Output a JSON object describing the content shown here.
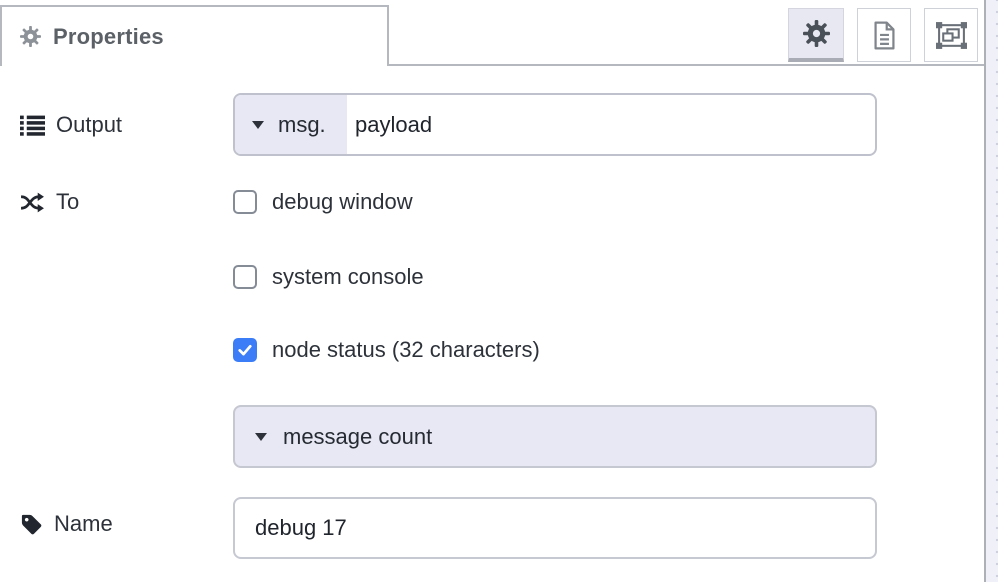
{
  "header": {
    "tab_label": "Properties",
    "toolbar": [
      {
        "id": "properties",
        "icon": "gear-icon",
        "active": true
      },
      {
        "id": "description",
        "icon": "document-icon",
        "active": false
      },
      {
        "id": "appearance",
        "icon": "object-group-icon",
        "active": false
      }
    ]
  },
  "form": {
    "output": {
      "label": "Output",
      "icon": "list-icon",
      "typed_input": {
        "type_prefix": "msg.",
        "value": "payload"
      }
    },
    "to": {
      "label": "To",
      "icon": "shuffle-icon",
      "targets": [
        {
          "label": "debug window",
          "checked": false
        },
        {
          "label": "system console",
          "checked": false
        },
        {
          "label": "node status (32 characters)",
          "checked": true
        }
      ],
      "status_select": {
        "value": "message count"
      }
    },
    "name": {
      "label": "Name",
      "icon": "tag-icon",
      "value": "debug 17"
    }
  },
  "colors": {
    "accent_lavender": "#e7e8f3",
    "checkbox_checked": "#3b7df7",
    "input_border": "#bfc2cc",
    "tab_border": "#b6b8c0",
    "title_text": "#5b6167",
    "body_text": "#2d323a",
    "icon_gray": "#8d9298",
    "toolbar_icon": "#565c64",
    "active_button_bottom": "#a9abb5"
  }
}
